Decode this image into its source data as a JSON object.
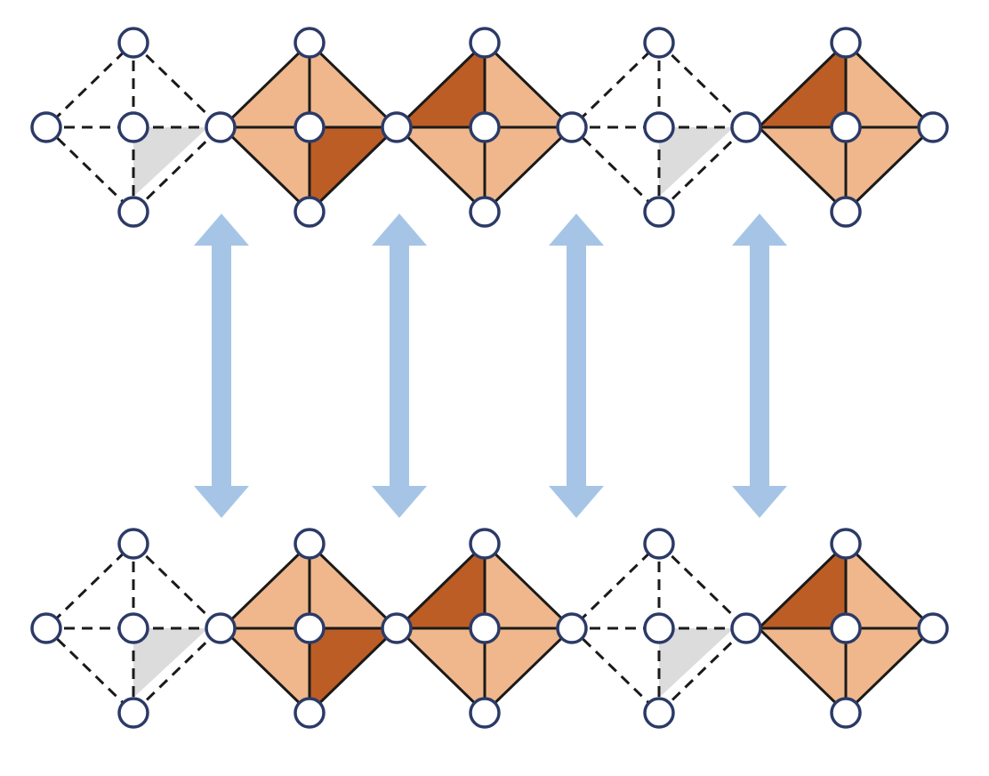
{
  "diagram": {
    "rows": [
      {
        "name": "top-chain",
        "octahedra": [
          {
            "name": "octahedron-vacant-1",
            "filled": false
          },
          {
            "name": "octahedron-filled-1",
            "filled": true,
            "dark_face": "bottom-right"
          },
          {
            "name": "octahedron-filled-2",
            "filled": true,
            "dark_face": "top-left"
          },
          {
            "name": "octahedron-vacant-2",
            "filled": false
          },
          {
            "name": "octahedron-filled-3",
            "filled": true,
            "dark_face": "top-left"
          }
        ]
      },
      {
        "name": "bottom-chain",
        "octahedra": [
          {
            "name": "octahedron-vacant-1",
            "filled": false
          },
          {
            "name": "octahedron-filled-1",
            "filled": true,
            "dark_face": "bottom-right"
          },
          {
            "name": "octahedron-filled-2",
            "filled": true,
            "dark_face": "top-left"
          },
          {
            "name": "octahedron-vacant-2",
            "filled": false
          },
          {
            "name": "octahedron-filled-3",
            "filled": true,
            "dark_face": "top-left"
          }
        ]
      }
    ],
    "arrows": [
      {
        "name": "double-arrow-1"
      },
      {
        "name": "double-arrow-2"
      },
      {
        "name": "double-arrow-3"
      },
      {
        "name": "double-arrow-4"
      }
    ],
    "colors": {
      "face_light": "#efb78b",
      "face_dark": "#bc5d25",
      "vacant_shade": "#dcdcdc",
      "edge": "#1a1a1a",
      "atom_stroke": "#2b3a67",
      "atom_fill": "#ffffff",
      "arrow": "#a6c5e6"
    }
  }
}
